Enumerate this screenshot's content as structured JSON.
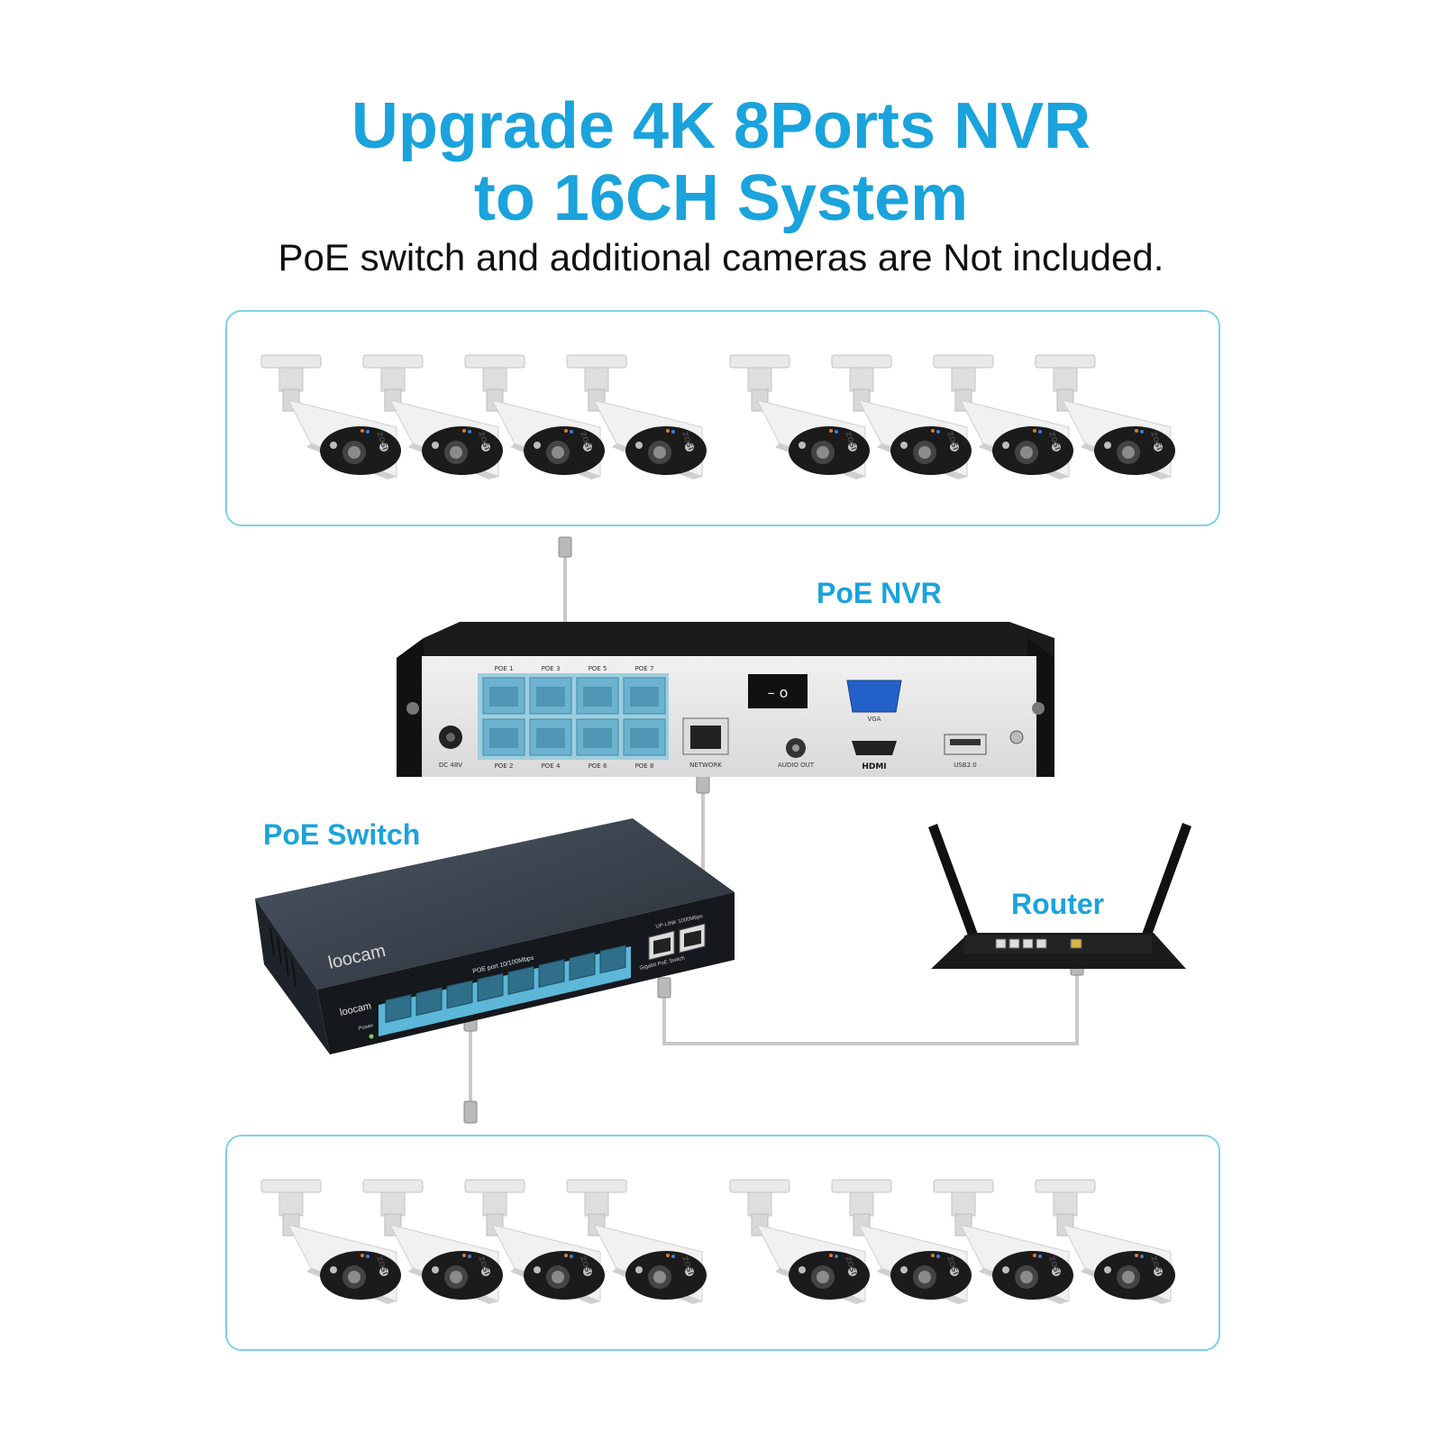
{
  "title": {
    "line1": "Upgrade 4K 8Ports NVR",
    "line2": "to 16CH System"
  },
  "subtitle": "PoE switch and additional cameras are Not included.",
  "labels": {
    "nvr": "PoE NVR",
    "switch": "PoE Switch",
    "router": "Router"
  },
  "nvr_ports": {
    "top": [
      "POE 1",
      "POE 3",
      "POE 5",
      "POE 7"
    ],
    "bottom": [
      "POE 2",
      "POE 4",
      "POE 6",
      "POE 8"
    ],
    "dc": "DC 48V",
    "network": "NETWORK",
    "audio": "AUDIO OUT",
    "vga": "VGA",
    "hdmi": "HDMI",
    "usb": "USB2.0"
  },
  "switch_text": {
    "brand": "loocam",
    "front_brand": "loocam",
    "uplink": "UP-LINK 1000Mbps",
    "port_caption": "POE port 10/100Mbps",
    "power": "Power",
    "gigabit": "Gigabit PoE Switch"
  },
  "camera_brand": "ZOSI",
  "colors": {
    "accent": "#1aa3dc",
    "panel_border": "#7fd0ea",
    "cable": "#c9c9c9"
  }
}
